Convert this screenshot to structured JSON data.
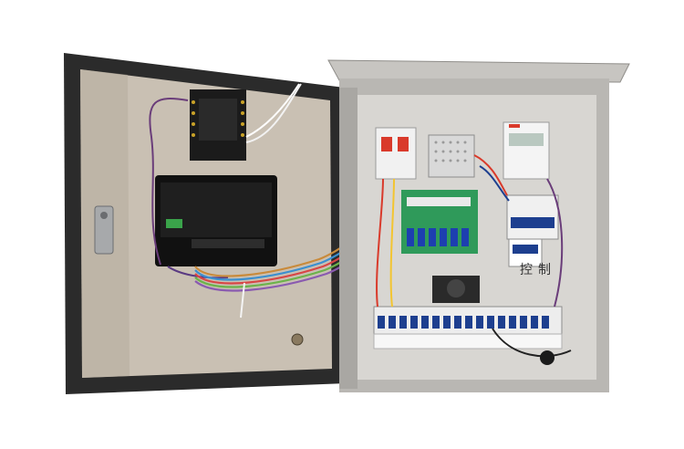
{
  "photo": {
    "subject": "electrical-control-cabinet",
    "colors": {
      "background": "#ffffff",
      "door_panel": "#c9c0b3",
      "door_frame": "#2a2a2a",
      "cabinet_steel": "#b9b7b3",
      "cabinet_interior": "#d8d6d2",
      "terminal_strip_blue": "#1d3f8f",
      "relay_board_green": "#2f9a5a",
      "breaker_red": "#d93a2b",
      "ribbon_cable": "#c98a3a"
    },
    "handwriting": {
      "text_a": "控",
      "text_b": "制"
    }
  }
}
